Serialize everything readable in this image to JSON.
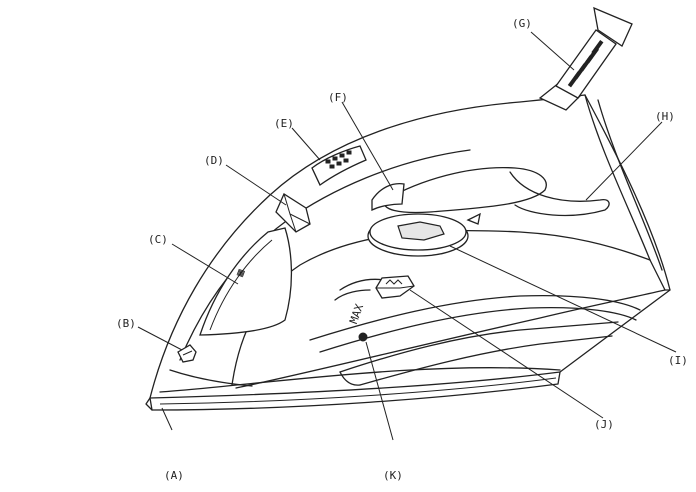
{
  "labels": {
    "A": "(A)",
    "B": "(B)",
    "C": "(C)",
    "D": "(D)",
    "E": "(E)",
    "F": "(F)",
    "G": "(G)",
    "H": "(H)",
    "I": "(I)",
    "J": "(J)",
    "K": "(K)"
  },
  "max_mark": "MAX"
}
